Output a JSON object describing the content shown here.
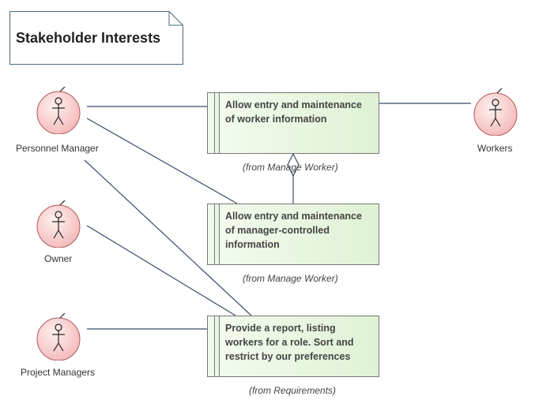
{
  "diagram": {
    "title": "Stakeholder Interests",
    "actors": [
      {
        "id": "personnel-manager",
        "label": "Personnel Manager"
      },
      {
        "id": "owner",
        "label": "Owner"
      },
      {
        "id": "project-managers",
        "label": "Project Managers"
      },
      {
        "id": "workers",
        "label": "Workers"
      }
    ],
    "requirements": [
      {
        "id": "worker-info",
        "text": "Allow entry and maintenance of worker information",
        "from": "(from Manage Worker)"
      },
      {
        "id": "manager-info",
        "text": "Allow entry and maintenance of manager-controlled information",
        "from": "(from Manage Worker)"
      },
      {
        "id": "report",
        "text": "Provide a report, listing workers for a role.  Sort and restrict by our preferences",
        "from": "(from Requirements)"
      }
    ],
    "colors": {
      "actor_fill": "#f9c9c9",
      "actor_stroke": "#b05a5a",
      "requirement_fill": "#dff2d4",
      "line": "#3a4a6b"
    }
  }
}
